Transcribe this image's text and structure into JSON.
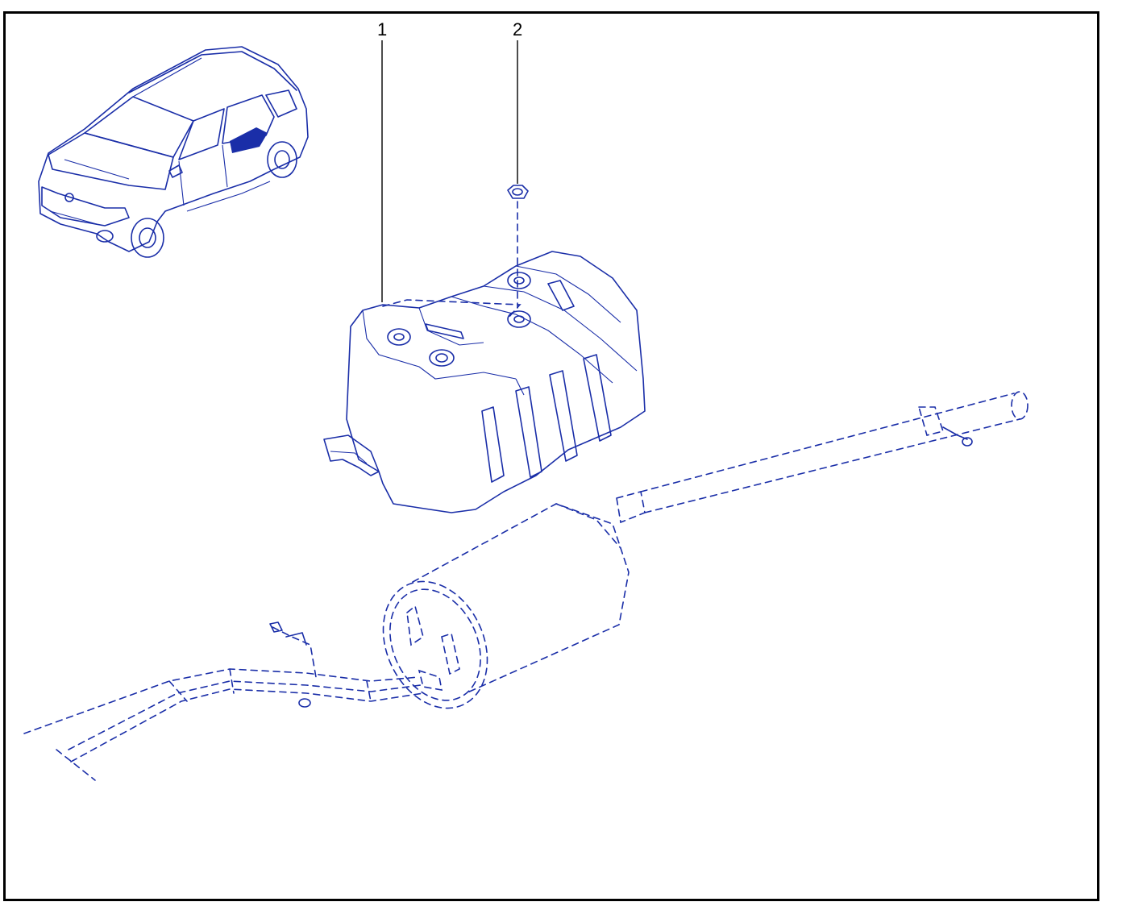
{
  "diagram": {
    "callouts": [
      {
        "id": "1",
        "label": "1"
      },
      {
        "id": "2",
        "label": "2"
      }
    ],
    "colors": {
      "line": "#1a2ea8",
      "frame": "#000000",
      "background": "#ffffff"
    }
  }
}
